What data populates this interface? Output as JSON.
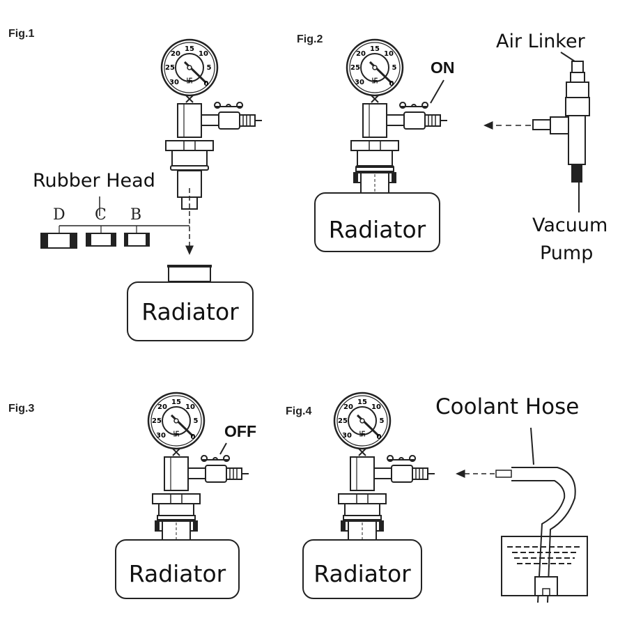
{
  "figures": [
    {
      "id": "fig1",
      "label": "Fig.1",
      "callouts": {
        "rubber_head": "Rubber Head",
        "sizes": [
          "D",
          "C",
          "B"
        ]
      },
      "radiator": "Radiator"
    },
    {
      "id": "fig2",
      "label": "Fig.2",
      "callouts": {
        "valve_state": "ON",
        "air_linker": "Air Linker",
        "vacuum_pump_line1": "Vacuum",
        "vacuum_pump_line2": "Pump"
      },
      "radiator": "Radiator"
    },
    {
      "id": "fig3",
      "label": "Fig.3",
      "callouts": {
        "valve_state": "OFF"
      },
      "radiator": "Radiator"
    },
    {
      "id": "fig4",
      "label": "Fig.4",
      "callouts": {
        "coolant_hose": "Coolant Hose"
      },
      "radiator": "Radiator"
    }
  ],
  "gauge": {
    "scale_labels": [
      "15",
      "10",
      "5",
      "0",
      "30",
      "25",
      "20"
    ]
  }
}
